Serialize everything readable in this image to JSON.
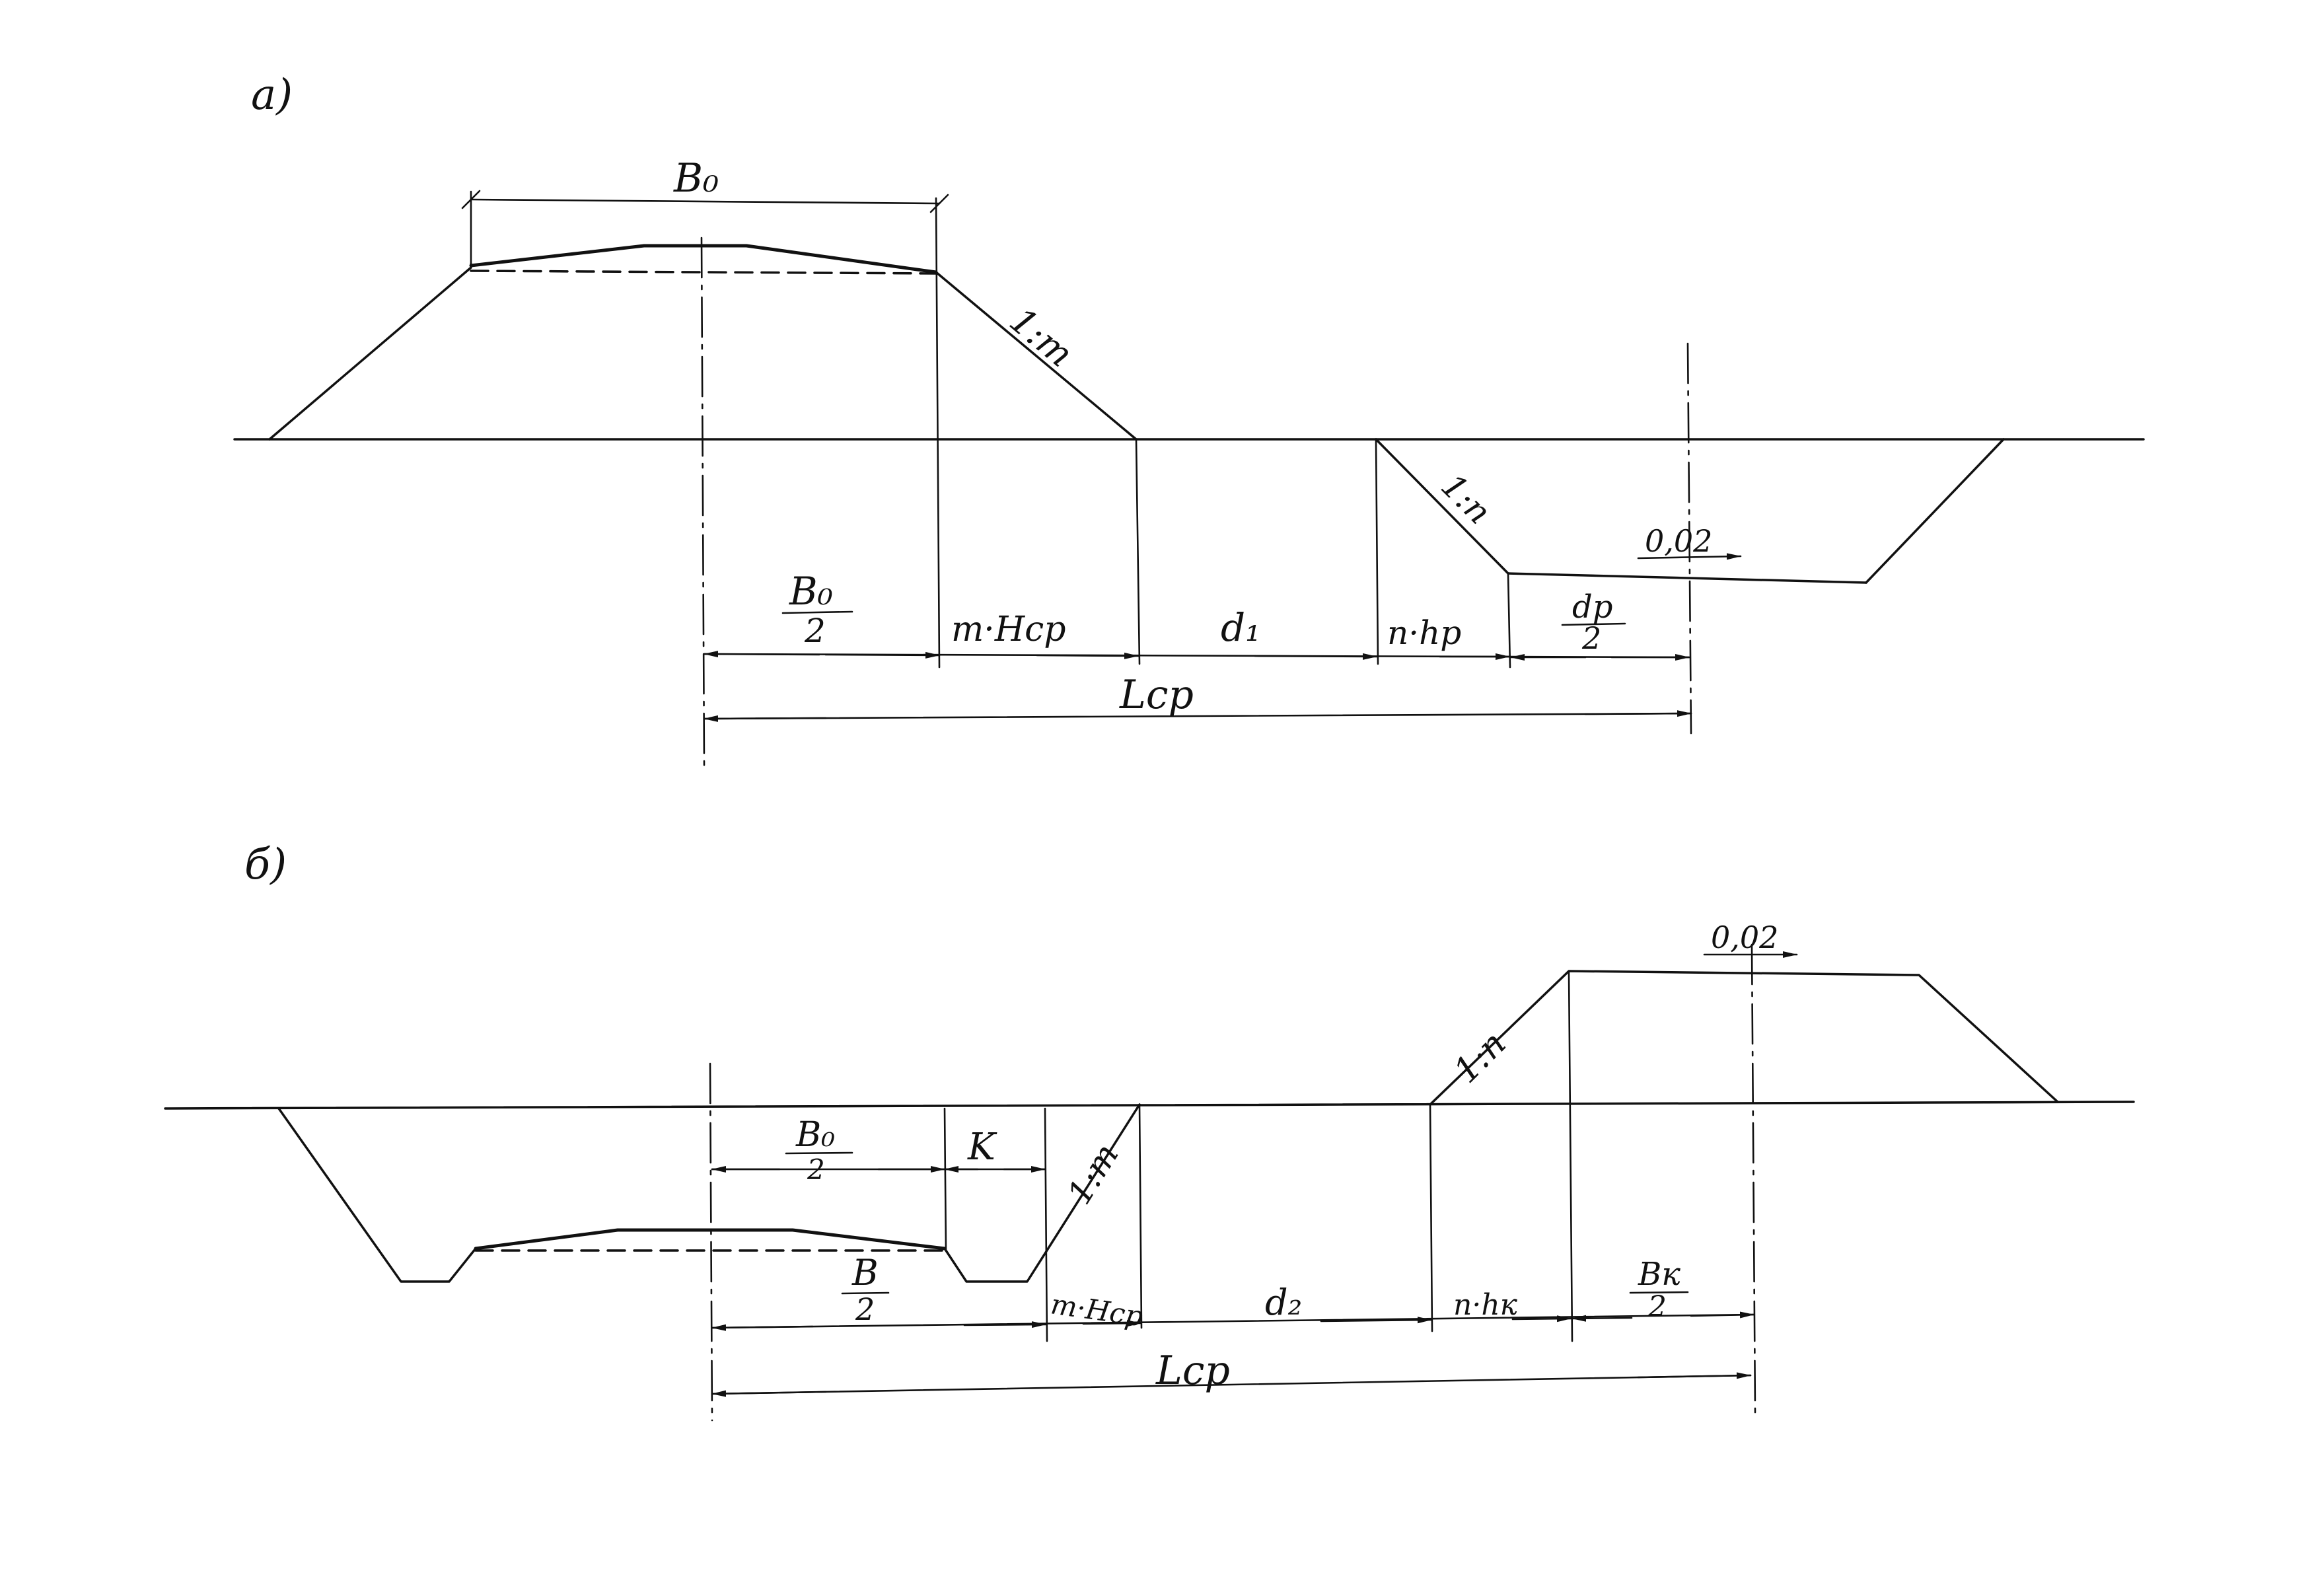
{
  "diagram_a": {
    "label": "а)",
    "top_width": "B₀",
    "slope_embankment": "1:m",
    "slope_reserve": "1:n",
    "grade": "0,02",
    "half_width": {
      "num": "B₀",
      "den": "2"
    },
    "slope_projection": "m·Hср",
    "berm": "d₁",
    "reserve_slope_projection": "n·hр",
    "half_reserve": {
      "num": "dр",
      "den": "2"
    },
    "haul_distance": "Lср"
  },
  "diagram_b": {
    "label": "б)",
    "half_width_top": {
      "num": "B₀",
      "den": "2"
    },
    "ditch": "K",
    "slope_cut": "1:m",
    "slope_spoil": "1:n",
    "grade": "0,02",
    "half_width": {
      "num": "B",
      "den": "2"
    },
    "slope_projection": "m·Hср",
    "berm": "d₂",
    "spoil_slope_projection": "n·hк",
    "half_spoil": {
      "num": "Bк",
      "den": "2"
    },
    "haul_distance": "Lср"
  }
}
